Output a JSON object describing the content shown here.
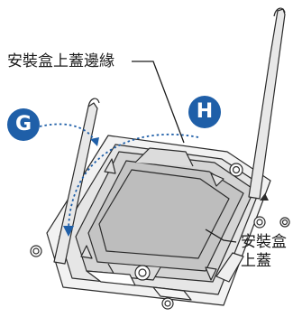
{
  "labels": {
    "cover_edge": "安裝盒上蓋邊緣",
    "cover_line1": "安裝盒",
    "cover_line2": "上蓋"
  },
  "badges": {
    "g": "G",
    "h": "H"
  },
  "colors": {
    "badge": "#1f5fa8",
    "arrow": "#1f5fa8",
    "line": "#2b2b2b",
    "metal": "#d9d9d9",
    "plate": "#c2c2c2"
  }
}
